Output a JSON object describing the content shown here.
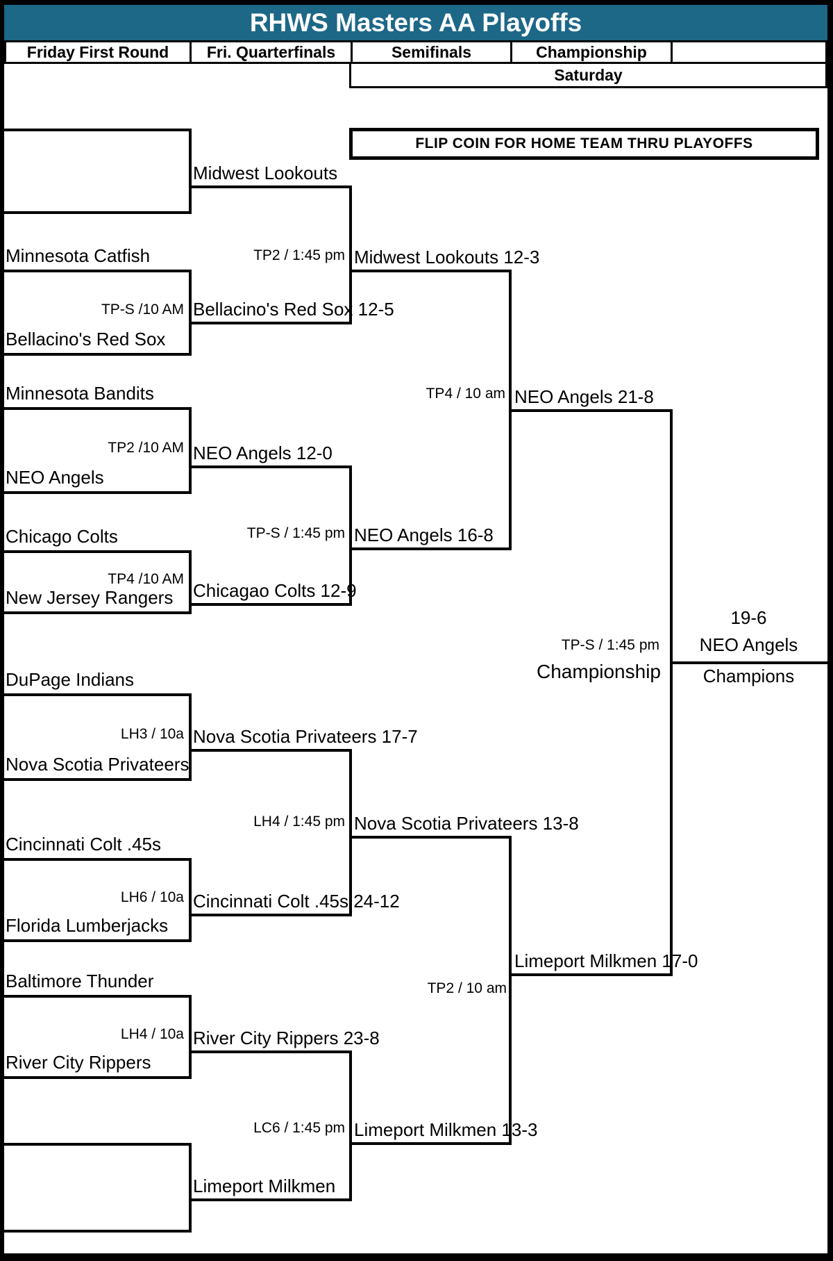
{
  "title": "RHWS Masters AA Playoffs",
  "column_headers": [
    "Friday First Round",
    "Fri. Quarterfinals",
    "Semifinals",
    "Championship"
  ],
  "saturday_label": "Saturday",
  "banner": "FLIP COIN FOR HOME TEAM THRU PLAYOFFS",
  "colors": {
    "title_bg": "#1D6787",
    "line": "#000000",
    "text": "#000000"
  },
  "first_round": [
    {
      "top": "",
      "time": "",
      "bottom": ""
    },
    {
      "top": "Minnesota Catfish",
      "time": "TP-S /10 AM",
      "bottom": "Bellacino's Red Sox"
    },
    {
      "top": "Minnesota Bandits",
      "time": "TP2 /10 AM",
      "bottom": "NEO Angels"
    },
    {
      "top": "Chicago Colts",
      "time": "TP4 /10 AM",
      "bottom": "New Jersey Rangers"
    },
    {
      "top": "DuPage Indians",
      "time": "LH3 / 10a",
      "bottom": "Nova Scotia Privateers"
    },
    {
      "top": "Cincinnati Colt .45s",
      "time": "LH6 / 10a",
      "bottom": "Florida Lumberjacks"
    },
    {
      "top": "Baltimore Thunder",
      "time": "LH4 / 10a",
      "bottom": "River City Rippers"
    },
    {
      "top": "",
      "time": "",
      "bottom": ""
    }
  ],
  "quarterfinals": [
    "Midwest Lookouts",
    "Bellacino's Red Sox 12-5",
    "NEO Angels 12-0",
    "Chicagao Colts 12-9",
    "Nova Scotia Privateers 17-7",
    "Cincinnati Colt .45s 24-12",
    "River City Rippers 23-8",
    "Limeport Milkmen"
  ],
  "semifinals": [
    {
      "time": "TP2 / 1:45 pm",
      "winner": "Midwest Lookouts 12-3"
    },
    {
      "time": "TP-S / 1:45 pm",
      "winner": "NEO Angels 16-8"
    },
    {
      "time": "LH4 / 1:45 pm",
      "winner": "Nova Scotia Privateers 13-8"
    },
    {
      "time": "LC6 / 1:45 pm",
      "winner": "Limeport Milkmen 13-3"
    }
  ],
  "championship_game": {
    "time": "TP-S / 1:45 pm",
    "label": "Championship",
    "finalists": [
      {
        "time": "TP4 / 10 am",
        "winner": "NEO Angels 21-8"
      },
      {
        "time": "TP2 / 10 am",
        "winner": "Limeport Milkmen 17-0"
      }
    ]
  },
  "champion": {
    "record": "19-6",
    "team": "NEO Angels",
    "label": "Champions"
  }
}
